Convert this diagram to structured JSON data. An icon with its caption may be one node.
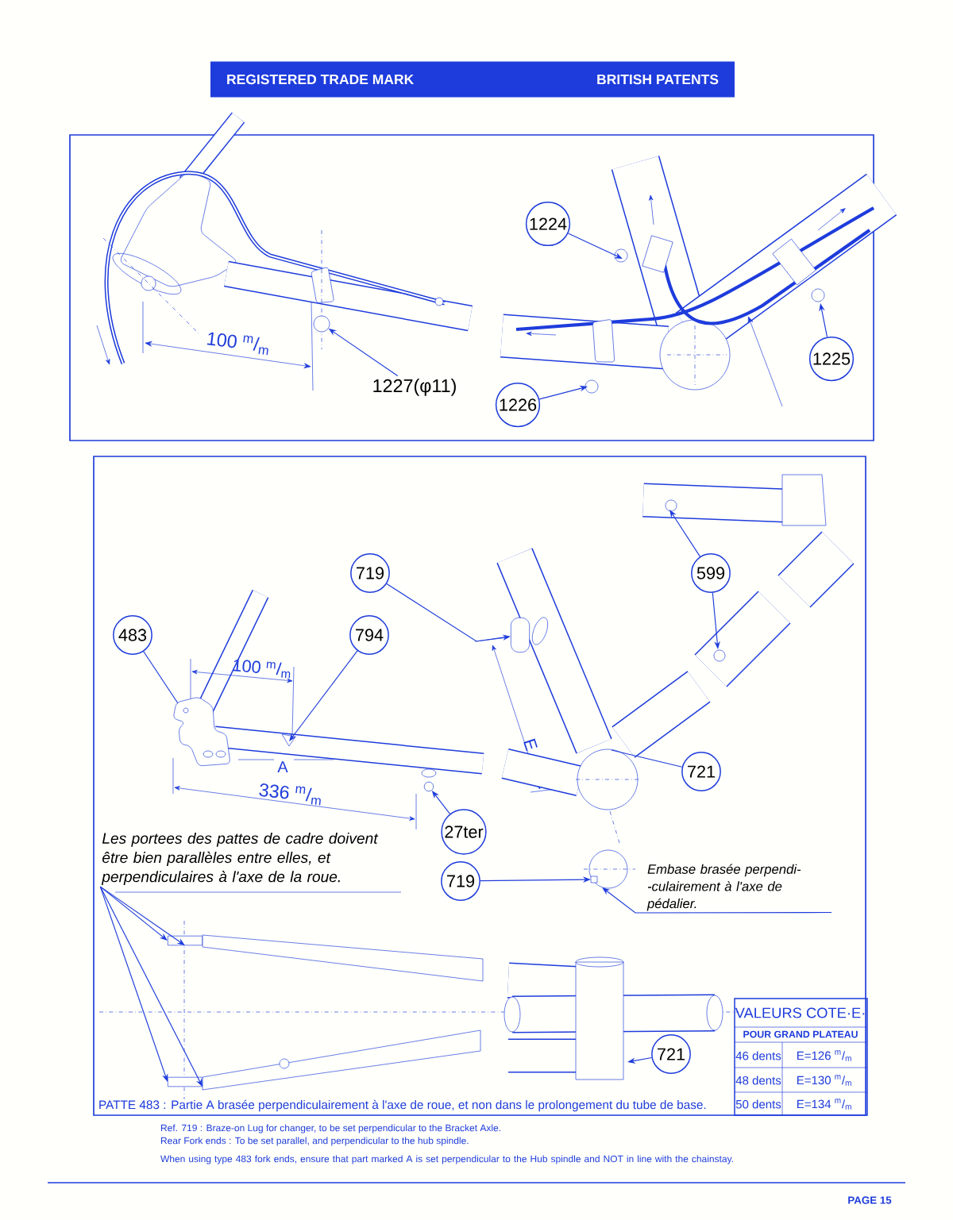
{
  "diagram": {
    "nodes": [
      {
        "text": [
          "REGISTERED TRADE MARK",
          "BRITISH PATENTS"
        ]
      },
      {
        "text": [
          "1227(φ11)"
        ]
      },
      {
        "text": [
          "1224"
        ]
      },
      {
        "text": [
          "1226"
        ]
      },
      {
        "text": [
          "1225"
        ]
      },
      {
        "text": [
          "719"
        ]
      },
      {
        "text": [
          "599"
        ]
      },
      {
        "text": [
          "483"
        ]
      },
      {
        "text": [
          "794"
        ]
      },
      {
        "text": [
          "27ter"
        ]
      },
      {
        "text": [
          "721"
        ]
      },
      {
        "text": [
          "Les portees des pattes de cadre doivent être bien parallèles entre elles, et perpendiculaires à l'axe de la roue."
        ]
      },
      {
        "text": [
          "719"
        ]
      },
      {
        "text": [
          "Embase brasée perpendi- -culairement à l'axe de pédalier."
        ]
      },
      {
        "text": [
          "721"
        ]
      },
      {
        "text": [],
        "shape": "box"
      },
      {
        "text": [],
        "shape": "box"
      },
      {
        "text": [],
        "shape": "circle"
      },
      {
        "text": [],
        "shape": "box"
      },
      {
        "text": [],
        "shape": "circle"
      }
    ],
    "edges": [
      {
        "from": 1,
        "to": 17,
        "arrow": "to"
      },
      {
        "from": 2,
        "to": null,
        "arrow": "to"
      },
      {
        "from": 3,
        "to": null,
        "arrow": "to"
      },
      {
        "from": 4,
        "to": null,
        "arrow": "to"
      },
      {
        "from": 5,
        "to": 18,
        "arrow": "to"
      },
      {
        "from": 6,
        "to": null,
        "arrow": "to"
      },
      {
        "from": 6,
        "to": null,
        "arrow": "to"
      },
      {
        "from": 7,
        "to": null,
        "arrow": "none"
      },
      {
        "from": 8,
        "to": null,
        "arrow": "to"
      },
      {
        "from": 9,
        "to": 19,
        "arrow": "to"
      },
      {
        "from": 10,
        "to": null,
        "arrow": "none"
      },
      {
        "from": 11,
        "to": 15,
        "arrow": "to"
      },
      {
        "from": 11,
        "to": 15,
        "arrow": "to"
      },
      {
        "from": 11,
        "to": 16,
        "arrow": "to"
      },
      {
        "from": 11,
        "to": 16,
        "arrow": "to"
      },
      {
        "from": 12,
        "to": null,
        "arrow": "to"
      },
      {
        "from": 13,
        "to": null,
        "arrow": "to"
      },
      {
        "from": 14,
        "to": null,
        "arrow": "to"
      }
    ],
    "labels": [
      "100 $^{m}$/$_{m}$",
      "100 $^{m}$/$_{m}$",
      "A",
      "E",
      "336 $^{m}$/$_{m}$",
      "VALEURS COTE·E·",
      "POUR GRAND PLATEAU",
      "46 dents",
      "E=126 $^{m}$/$_{m}$",
      "48 dents",
      "E=130 $^{m}$/$_{m}$",
      "PATTE 483 : Partie A brasée perpendiculairement à l'axe de roue, et non dans le prolongement du tube de base.",
      "50 dents",
      "E=134 $^{m}$/$_{m}$",
      "Ref. 719 : Braze-on Lug for changer, to be set perpendicular to the Bracket Axle.",
      "Rear Fork ends : To be set parallel, and perpendicular to the hub spindle.",
      "When using type 483 fork ends, ensure that part marked A is set perpendicular to the Hub spindle and NOT in line with the chainstay.",
      "PAGE 15"
    ]
  }
}
